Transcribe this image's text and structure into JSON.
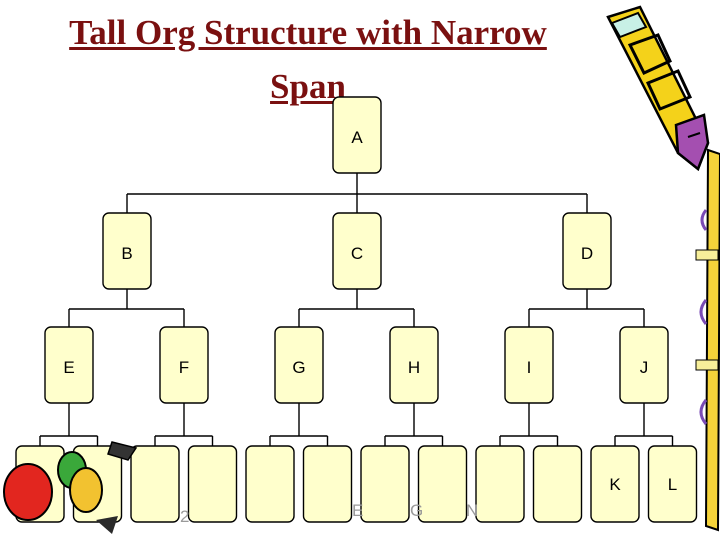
{
  "slide": {
    "title_line1": "Tall Org Structure with Narrow",
    "title_line2": "Span"
  },
  "org": {
    "root": "A",
    "level2": [
      "B",
      "C",
      "D"
    ],
    "level3": [
      "E",
      "F",
      "G",
      "H",
      "I",
      "J"
    ],
    "level4_count": 12,
    "level4_labels": [
      "",
      "",
      "",
      "",
      "",
      "",
      "",
      "",
      "",
      "",
      "K",
      "L"
    ]
  },
  "footer": {
    "page_fragment": "2",
    "text_fragments": [
      "E",
      "G",
      "N"
    ]
  },
  "colors": {
    "title": "#7a1010",
    "node_fill": "#ffffcc",
    "footer_text": "#9a9a9a"
  },
  "icons": [
    "pencil-icon",
    "pencil-with-tape-icon",
    "cartoon-character-icon"
  ]
}
